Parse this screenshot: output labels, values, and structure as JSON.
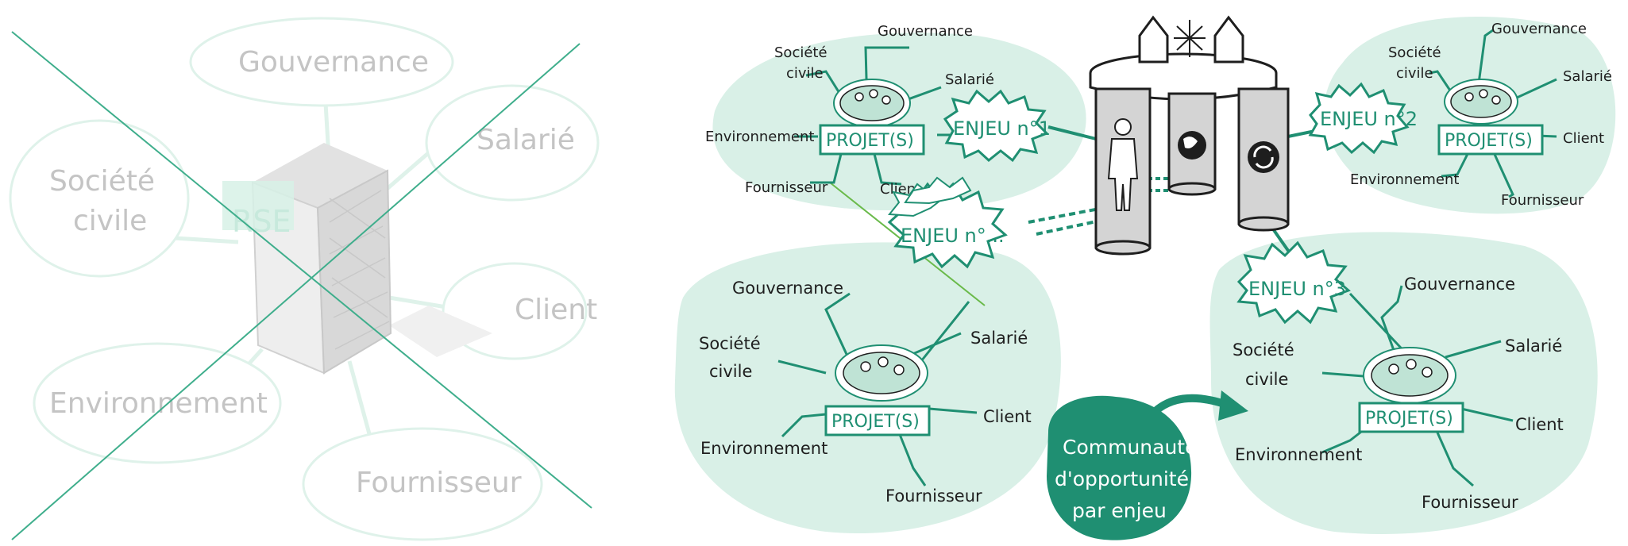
{
  "left_panel": {
    "center_label": "RSE",
    "branches": [
      "Gouvernance",
      "Salarié",
      "Société",
      "civile",
      "Client",
      "Environnement",
      "Fournisseur"
    ]
  },
  "right_panel": {
    "cluster_1": {
      "project": "PROJET(S)",
      "enjeu": "ENJEU n°1",
      "stakeholders": [
        "Gouvernance",
        "Société",
        "civile",
        "Salarié",
        "Environnement",
        "Fournisseur",
        "Client"
      ]
    },
    "cluster_2": {
      "project": "PROJET(S)",
      "enjeu": "ENJEU n°2",
      "stakeholders": [
        "Gouvernance",
        "Société",
        "civile",
        "Salarié",
        "Client",
        "Environnement",
        "Fournisseur"
      ]
    },
    "cluster_3": {
      "project": "PROJET(S)",
      "enjeu": "ENJEU n°...",
      "stakeholders": [
        "Gouvernance",
        "Société",
        "civile",
        "Salarié",
        "Client",
        "Environnement",
        "Fournisseur"
      ]
    },
    "cluster_4": {
      "project": "PROJET(S)",
      "enjeu": "ENJEU n°3",
      "stakeholders": [
        "Gouvernance",
        "Société",
        "civile",
        "Salarié",
        "Client",
        "Environnement",
        "Fournisseur"
      ]
    },
    "community": [
      "Communauté",
      "d'opportunité",
      "par enjeu"
    ]
  },
  "colors": {
    "mint": "#d9f0e7",
    "teal": "#1f8f72",
    "teal_dark": "#1b7f65",
    "faded": "#c4c4c4",
    "faded_line": "#ddf1ea"
  }
}
